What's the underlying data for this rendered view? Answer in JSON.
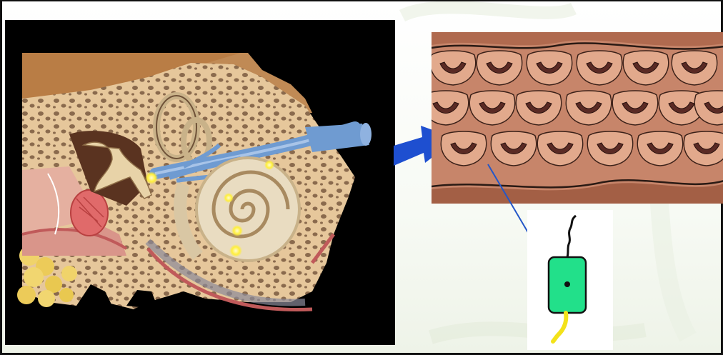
{
  "figure": {
    "panels": [
      {
        "name": "inner-ear-cross-section"
      },
      {
        "name": "hair-cell-bundles-closeup"
      },
      {
        "name": "hair-cell-model"
      }
    ],
    "colors": {
      "background": "#ffffff",
      "frame": "#111111",
      "ear_panel_background": "#000000",
      "bone": "#e6c79b",
      "bone_pores": "#8a6a4d",
      "nerve": "#6f9bd1",
      "cochlea": "#e9dcc1",
      "eardrum": "#e06a6a",
      "glow": "#ffef3a",
      "tissue": "#c7856a",
      "cilia": "#5a2a24",
      "pointer_arrow": "#1e4fd0",
      "thin_arrow": "#2457c8",
      "cell_body": "#22e08a",
      "cell_tail": "#f3e21a"
    }
  }
}
